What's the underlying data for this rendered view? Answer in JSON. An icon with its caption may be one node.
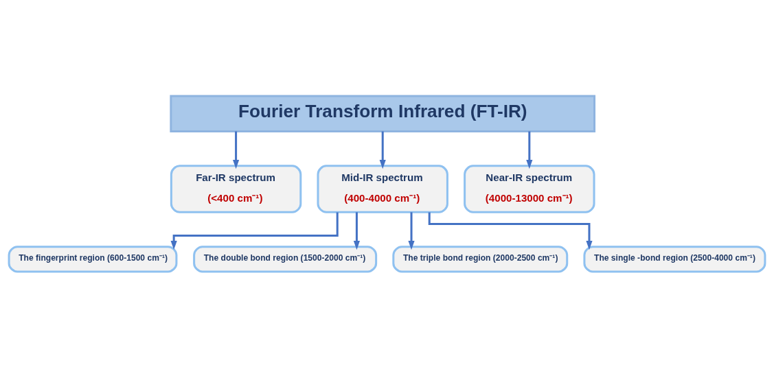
{
  "diagram": {
    "nodes": [
      {
        "text": [
          "Fourier Transform Infrared (FT-IR)"
        ]
      },
      {
        "text": [
          "Far-IR spectrum",
          "(<400 cm⁻¹)"
        ]
      },
      {
        "text": [
          "Mid-IR spectrum",
          "(400-4000 cm⁻¹)"
        ]
      },
      {
        "text": [
          "Near-IR spectrum",
          "(4000-13000 cm⁻¹)"
        ]
      },
      {
        "text": [
          "The fingerprint region (600-1500 cm⁻¹)"
        ]
      },
      {
        "text": [
          "The double bond region (1500-2000 cm⁻¹)"
        ]
      },
      {
        "text": [
          "The triple bond region (2000-2500 cm⁻¹)"
        ]
      },
      {
        "text": [
          "The single -bond region (2500-4000 cm⁻¹)"
        ]
      }
    ],
    "edges": [
      {
        "from": 0,
        "to": 1,
        "arrow": "to"
      },
      {
        "from": 0,
        "to": 2,
        "arrow": "to"
      },
      {
        "from": 0,
        "to": 3,
        "arrow": "to"
      },
      {
        "from": 2,
        "to": 4,
        "arrow": "to"
      },
      {
        "from": 2,
        "to": 5,
        "arrow": "to"
      },
      {
        "from": 2,
        "to": 6,
        "arrow": "to"
      },
      {
        "from": 2,
        "to": 7,
        "arrow": "to"
      }
    ]
  }
}
